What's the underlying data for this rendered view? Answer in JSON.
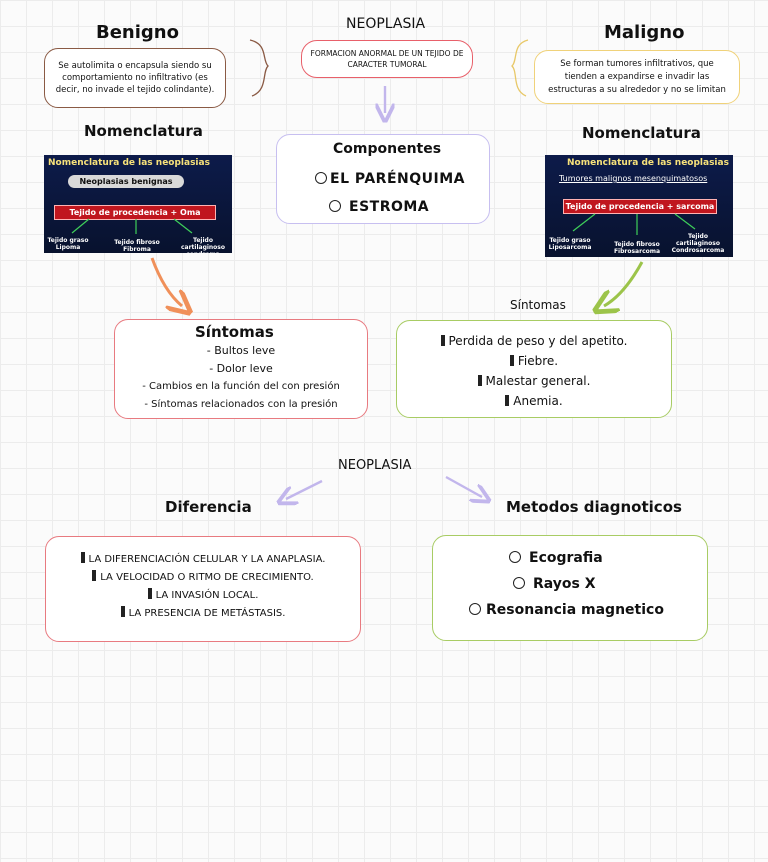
{
  "top_title": "NEOPLASIA",
  "definition": "FORMACION ANORMAL DE UN TEJIDO DE CARACTER TUMORAL",
  "benigno": {
    "title": "Benigno",
    "description": "Se autolimita o encapsula siendo su comportamiento no infiltrativo (es decir, no invade el tejido colindante).",
    "nomenclature_title": "Nomenclatura",
    "slide": {
      "title": "Nomenclatura de las neoplasias",
      "pill": "Neoplasias benignas",
      "formula": "Tejido de procedencia + Oma",
      "leaf1": "Tejido graso Lipoma",
      "leaf2": "Tejido fibroso Fibroma",
      "leaf3": "Tejido cartilaginoso condroma"
    },
    "symptoms_title": "Síntomas",
    "symptoms": [
      "- Bultos leve",
      "- Dolor leve",
      "- Cambios en la función del con presión",
      "- Síntomas relacionados con la presión"
    ]
  },
  "maligno": {
    "title": "Maligno",
    "description": "Se forman tumores infiltrativos, que tienden a expandirse e invadir las estructuras a su alrededor y no se limitan",
    "nomenclature_title": "Nomenclatura",
    "slide": {
      "title": "Nomenclatura de las neoplasias",
      "subtitle": "Tumores malignos mesenquimatosos",
      "formula": "Tejido de procedencia + sarcoma",
      "leaf1": "Tejido graso Liposarcoma",
      "leaf2": "Tejido fibroso Fibrosarcoma",
      "leaf3": "Tejido cartilaginoso Condrosarcoma"
    },
    "symptoms_title": "Síntomas",
    "symptoms": [
      "Perdida de peso y del apetito.",
      "Fiebre.",
      "Malestar general.",
      "Anemia."
    ]
  },
  "componentes": {
    "title": "Componentes",
    "items": [
      "EL PARÉNQUIMA",
      "ESTROMA"
    ]
  },
  "bottom_title": "NEOPLASIA",
  "diferencia": {
    "title": "Diferencia",
    "items": [
      "LA DIFERENCIACIÓN CELULAR Y LA ANAPLASIA.",
      "LA VELOCIDAD O RITMO DE CRECIMIENTO.",
      "LA INVASIÓN LOCAL.",
      "LA PRESENCIA DE METÁSTASIS."
    ]
  },
  "metodos": {
    "title": "Metodos diagnoticos",
    "items": [
      "Ecografia",
      "Rayos X",
      "Resonancia magnetico"
    ]
  },
  "colors": {
    "benigno_border": "#8a5a44",
    "definition_border": "#e8606a",
    "maligno_border": "#f0d27a",
    "componentes_border": "#c7bff0",
    "red_border": "#e87a80",
    "green_border": "#a8cc64",
    "arrow_purple": "#c2b6ec",
    "arrow_orange": "#f0905a",
    "arrow_green": "#9cc44a"
  }
}
